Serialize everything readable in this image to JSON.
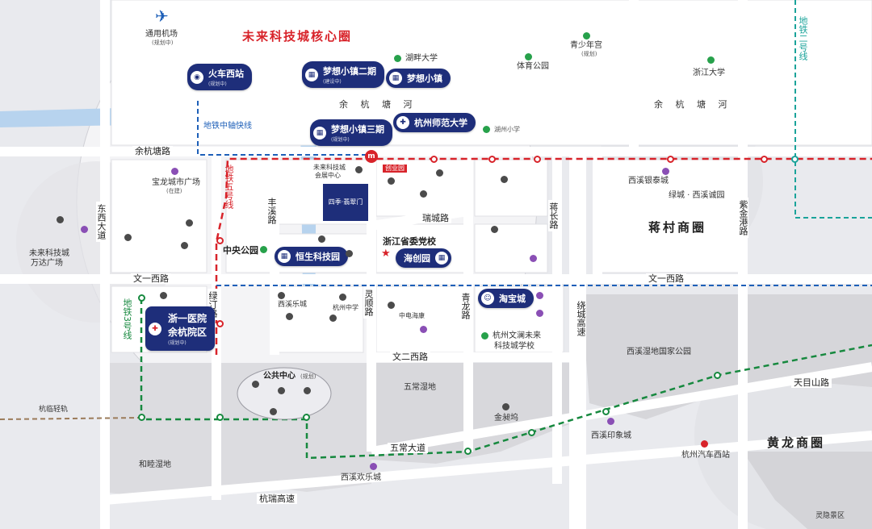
{
  "map": {
    "core_circle_title": "未来科技城核心圈",
    "districts": {
      "jiangcun": "蒋村商圈",
      "huanglong": "黄龙商圈"
    },
    "river": "余 杭 塘 河",
    "roads": {
      "yuhangtang": "余杭塘路",
      "wenyi_west": "文一西路",
      "wenyi_west_right": "文一西路",
      "wener_west": "文二西路",
      "wuchang_ave": "五常大道",
      "tianmushan": "天目山路",
      "hangrui": "杭瑞高速",
      "hangzhou_rail": "杭临轻轨",
      "dongxi_ave": "东西大道",
      "lvting": "绿汀路",
      "fengxin": "丰溪路",
      "jiangzhang": "蒋长路",
      "lingmei": "灵顺路",
      "qinglong": "青龙路",
      "ruicheng": "瑞城路",
      "zijin_gang": "紫金港路",
      "wucheng_hw": "绕城高速"
    },
    "metro_lines": {
      "line5": "地铁五号线",
      "line3": "地铁3号线",
      "line2": "地铁二号线",
      "axis_express": "地铁中轴快线"
    },
    "tags": {
      "huoche_west": {
        "name": "火车西站",
        "sub": "(规划中)"
      },
      "mengxiang_2": {
        "name": "梦想小镇二期",
        "sub": "(建设中)"
      },
      "mengxiang": {
        "name": "梦想小镇",
        "sub": ""
      },
      "mengxiang_3": {
        "name": "梦想小镇三期",
        "sub": "(规划中)"
      },
      "normal_univ": {
        "name": "杭州师范大学",
        "sub": ""
      },
      "hengsheng": {
        "name": "恒生科技园",
        "sub": ""
      },
      "haichuang": {
        "name": "海创园",
        "sub": ""
      },
      "taobao": {
        "name": "淘宝城",
        "sub": ""
      },
      "hospital": {
        "name": "浙一医院",
        "name2": "余杭院区",
        "sub": "(规划中)"
      },
      "project": {
        "name": "四季·翡翠门",
        "sub": ""
      }
    },
    "places": {
      "airport": "通用机场",
      "airport_sub": "(规划中)",
      "huazhong": "湖畔大学",
      "youth_palace": "青少年宫",
      "youth_palace_sub": "(规划)",
      "sports_park": "体育公园",
      "zju": "浙江大学",
      "hsu_hall": "湖州小学",
      "future_center": "未来科技城",
      "future_center2": "会展中心",
      "haichuang_st": "创业园",
      "party_school": "浙江省委党校",
      "central_park": "中央公园",
      "baolong": "宝龙城市广场",
      "baolong_sub": "(在建)",
      "wanda": "未来科技城",
      "wanda2": "万达广场",
      "xixi_bank": "西溪银泰城",
      "lvcheng": "绿城 · 西溪诚园",
      "xixi_wetland": "西溪湿地国家公园",
      "wuchang_wetland": "五常湿地",
      "public_center": "公共中心",
      "public_center_sub": "(规划)",
      "jinshuo": "金昶坞",
      "xixi_impression": "西溪印象城",
      "xixi_fun": "西溪欢乐城",
      "hehe_wetland": "和睦湿地",
      "west_bus": "杭州汽车西站",
      "school": "杭州文澜未来",
      "school2": "科技城学校",
      "lingyin": "灵隐景区",
      "xixi_lecheng": "西溪乐城",
      "zhongdian": "中电海康",
      "kangzhong": "杭州中学"
    },
    "metro_colors": {
      "line5": "#d8232a",
      "line3": "#17893f",
      "line2": "#1aa39a",
      "river": "#b7d3ee"
    }
  }
}
